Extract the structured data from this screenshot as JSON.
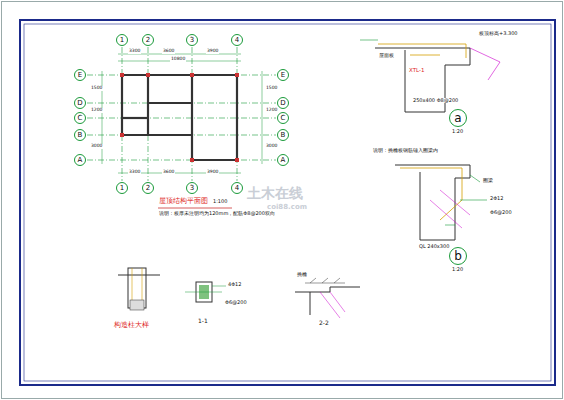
{
  "diagram": {
    "nodes": [
      {
        "text": [
          "1"
        ]
      },
      {
        "text": [
          "2"
        ]
      },
      {
        "text": [
          "3"
        ]
      },
      {
        "text": [
          "4"
        ]
      },
      {
        "text": [
          "E"
        ]
      },
      {
        "text": [
          "E"
        ]
      },
      {
        "text": [
          "D"
        ]
      },
      {
        "text": [
          "D"
        ]
      },
      {
        "text": [
          "C"
        ]
      },
      {
        "text": [
          "C"
        ]
      },
      {
        "text": [
          "B"
        ]
      },
      {
        "text": [
          "B"
        ]
      },
      {
        "text": [
          "A"
        ]
      },
      {
        "text": [
          "A"
        ]
      },
      {
        "text": [
          "1"
        ]
      },
      {
        "text": [
          "2"
        ]
      },
      {
        "text": [
          "3"
        ]
      },
      {
        "text": [
          "4"
        ]
      },
      {
        "text": [
          "a"
        ]
      },
      {
        "text": [
          "b"
        ]
      }
    ],
    "labels": [
      "屋顶结构平面图",
      "1:100",
      "说明：板厚未注明均为120mm，配筋Φ8@200双向",
      "3300",
      "3600",
      "3900",
      "10800",
      "3300",
      "3600",
      "3900",
      "1500",
      "1200",
      "3000",
      "1500",
      "1200",
      "3000",
      "板顶标高+3.300",
      "屋面板",
      "XTL-1",
      "250x400 Φ8@200",
      "1:20",
      "说明：挑檐板钢筋锚入圈梁内",
      "圈梁",
      "2Φ12",
      "Φ6@200",
      "QL 240x300",
      "1:20",
      "构造柱大样",
      "1-1",
      "4Φ12",
      "Φ6@200",
      "2-2",
      "挑檐",
      "土木在线",
      "coi88.com"
    ]
  }
}
